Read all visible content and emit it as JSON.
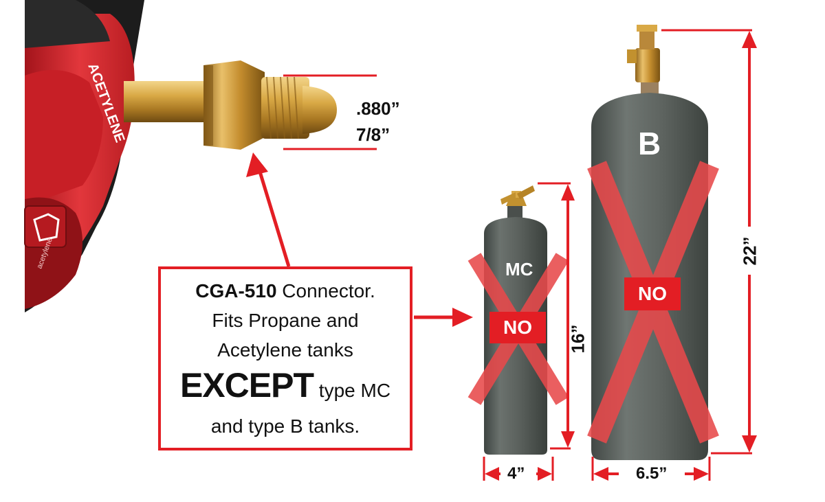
{
  "connector": {
    "dimension_decimal": ".880”",
    "dimension_fraction": "7/8”",
    "regulator_brand_text": "ACETYLENE",
    "small_logo_text": "acetylene"
  },
  "callout": {
    "line1_bold": "CGA-510",
    "line1_rest": " Connector.",
    "line2": "Fits Propane and",
    "line3": "Acetylene tanks",
    "except_word": "EXCEPT",
    "line4_rest": " type MC",
    "line5": "and type B tanks."
  },
  "tank_mc": {
    "label": "MC",
    "status": "NO",
    "height": "16”",
    "width": "4”"
  },
  "tank_b": {
    "label": "B",
    "status": "NO",
    "height": "22”",
    "width": "6.5”"
  },
  "colors": {
    "annotation_red": "#e31e24",
    "cross_red": "#e8494b",
    "tank_gray": "#5c625e",
    "brass": "#c79a3a",
    "regulator_red": "#d62828"
  }
}
